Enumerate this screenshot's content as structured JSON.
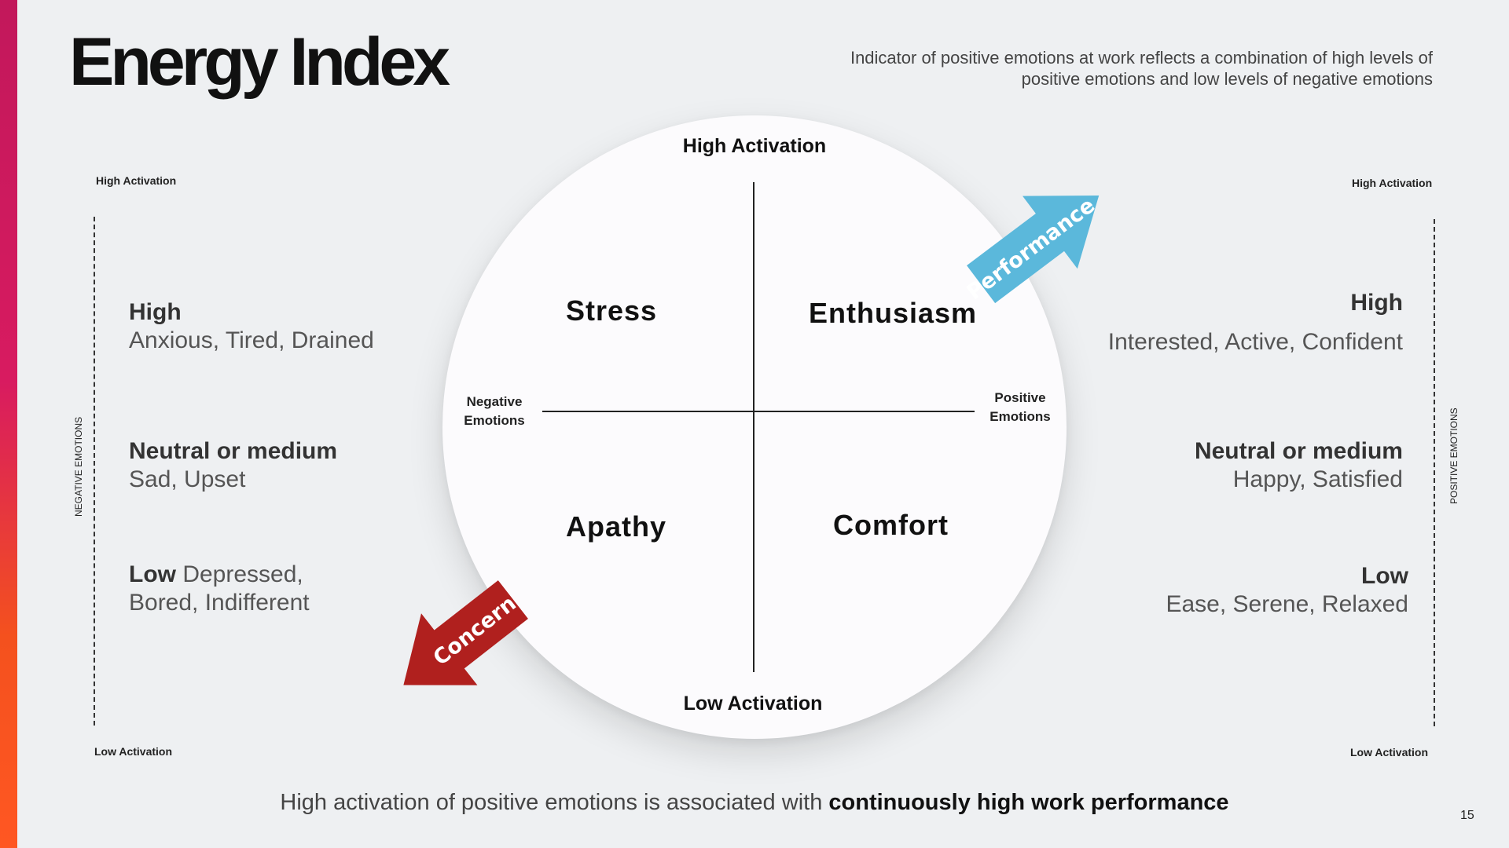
{
  "title": "Energy Index",
  "subtitle": "Indicator of positive emotions at work reflects a combination of high levels of positive emotions and low levels of negative emotions",
  "left_scale": {
    "top_label": "High Activation",
    "bottom_label": "Low Activation",
    "side_label": "NEGATIVE EMOTIONS",
    "levels": [
      {
        "heading": "High",
        "text": "Anxious, Tired, Drained"
      },
      {
        "heading": "Neutral or medium",
        "text": "Sad, Upset"
      },
      {
        "heading": "Low",
        "text_line1": " Depressed,",
        "text_line2": "Bored, Indifferent"
      }
    ]
  },
  "right_scale": {
    "top_label": "High Activation",
    "bottom_label": "Low Activation",
    "side_label": "POSITIVE EMOTIONS",
    "levels": [
      {
        "heading": "High",
        "text": "Interested, Active, Confident"
      },
      {
        "heading": "Neutral or medium",
        "text": "Happy, Satisfied"
      },
      {
        "heading": "Low",
        "text": "Ease, Serene, Relaxed"
      }
    ]
  },
  "diagram": {
    "top_label": "High Activation",
    "bottom_label": "Low Activation",
    "left_label_line1": "Negative",
    "left_label_line2": "Emotions",
    "right_label_line1": "Positive",
    "right_label_line2": "Emotions",
    "quadrants": {
      "top_left": "Stress",
      "top_right": "Enthusiasm",
      "bottom_left": "Apathy",
      "bottom_right": "Comfort"
    },
    "arrows": {
      "performance": {
        "label": "Performance",
        "color": "#5bb8db"
      },
      "concern": {
        "label": "Concern",
        "color": "#b0201e"
      }
    }
  },
  "footer": {
    "text": "High activation of positive emotions is associated with ",
    "bold": "continuously high work performance"
  },
  "page_number": "15"
}
